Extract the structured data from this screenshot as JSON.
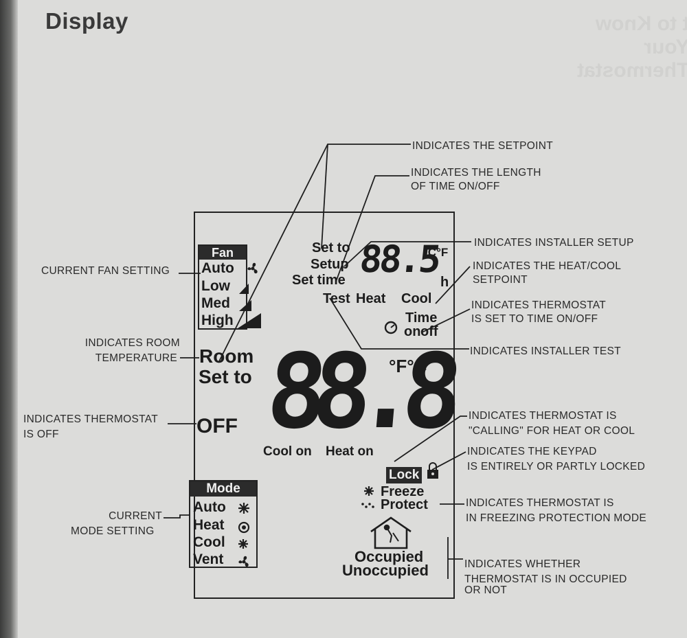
{
  "page": {
    "title": "Display",
    "bleed_text": "t to Know Your Thermostat"
  },
  "annotations": {
    "setpoint": "INDICATES THE SETPOINT",
    "length_line1": "INDICATES THE LENGTH",
    "length_line2": "OF TIME ON/OFF",
    "installer_setup": "INDICATES INSTALLER SETUP",
    "heat_cool_line1": "INDICATES THE HEAT/COOL",
    "heat_cool_line2": "SETPOINT",
    "time_onoff_line1": "INDICATES THERMOSTAT",
    "time_onoff_line2": "IS SET TO TIME ON/OFF",
    "installer_test": "INDICATES INSTALLER TEST",
    "calling_line1": "INDICATES THERMOSTAT IS",
    "calling_line2": "\"CALLING\" FOR HEAT OR COOL",
    "keypad_line1": "INDICATES THE KEYPAD",
    "keypad_line2": "IS ENTIRELY OR PARTLY LOCKED",
    "freeze_line1": "INDICATES THERMOSTAT IS",
    "freeze_line2": "IN FREEZING PROTECTION MODE",
    "occupied_line1": "INDICATES WHETHER",
    "occupied_line2": "THERMOSTAT IS IN OCCUPIED",
    "occupied_line3": "OR NOT",
    "fan_setting": "CURRENT FAN SETTING",
    "room_line1": "INDICATES ROOM",
    "room_line2": "TEMPERATURE",
    "off_line1": "INDICATES THERMOSTAT",
    "off_line2": "IS OFF",
    "mode_line1": "CURRENT",
    "mode_line2": "MODE SETTING"
  },
  "lcd": {
    "fan": {
      "title": "Fan",
      "items": [
        "Auto",
        "Low",
        "Med",
        "High"
      ]
    },
    "mode": {
      "title": "Mode",
      "items": [
        "Auto",
        "Heat",
        "Cool",
        "Vent"
      ]
    },
    "set_to": "Set to",
    "setup": "Setup",
    "set_time": "Set time",
    "small_digits": "88.5",
    "small_unit": "°C°F",
    "hours": "h",
    "test": "Test",
    "heat": "Heat",
    "cool": "Cool",
    "time": "Time",
    "on": "on",
    "off_small": "off",
    "room": "Room",
    "set_to_large": "Set to",
    "big_unit": "°F°C",
    "big_digits": "88.8",
    "off": "OFF",
    "cool_on": "Cool on",
    "heat_on": "Heat on",
    "lock": "Lock",
    "freeze": "Freeze",
    "protect": "Protect",
    "occupied": "Occupied",
    "unoccupied": "Unoccupied"
  },
  "icons": [
    "fan-icon",
    "signal-bars-icon",
    "snowflake-icon",
    "sun-icon",
    "lock-icon",
    "clock-icon",
    "house-icon"
  ]
}
